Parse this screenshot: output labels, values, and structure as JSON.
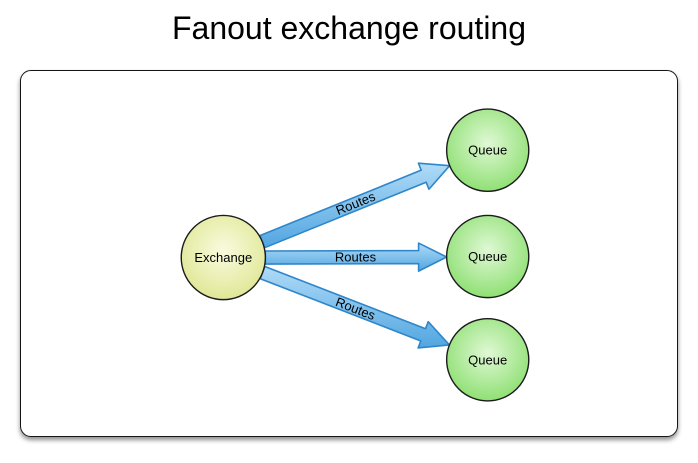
{
  "title": "Fanout exchange routing",
  "diagram": {
    "exchange": {
      "label": "Exchange",
      "fill_center": "#f9fbdf",
      "fill_edge": "#dce48a",
      "stroke": "#1b1b1b"
    },
    "queue_style": {
      "fill_center": "#e0f8d5",
      "fill_edge": "#82dc64",
      "stroke": "#1b1b1b"
    },
    "queues": [
      {
        "label": "Queue"
      },
      {
        "label": "Queue"
      },
      {
        "label": "Queue"
      }
    ],
    "arrow_style": {
      "fill_top": "#b0dbf7",
      "fill_bottom": "#51a6e1",
      "stroke": "#2f86c9"
    },
    "arrows": [
      {
        "label": "Routes"
      },
      {
        "label": "Routes"
      },
      {
        "label": "Routes"
      }
    ]
  }
}
